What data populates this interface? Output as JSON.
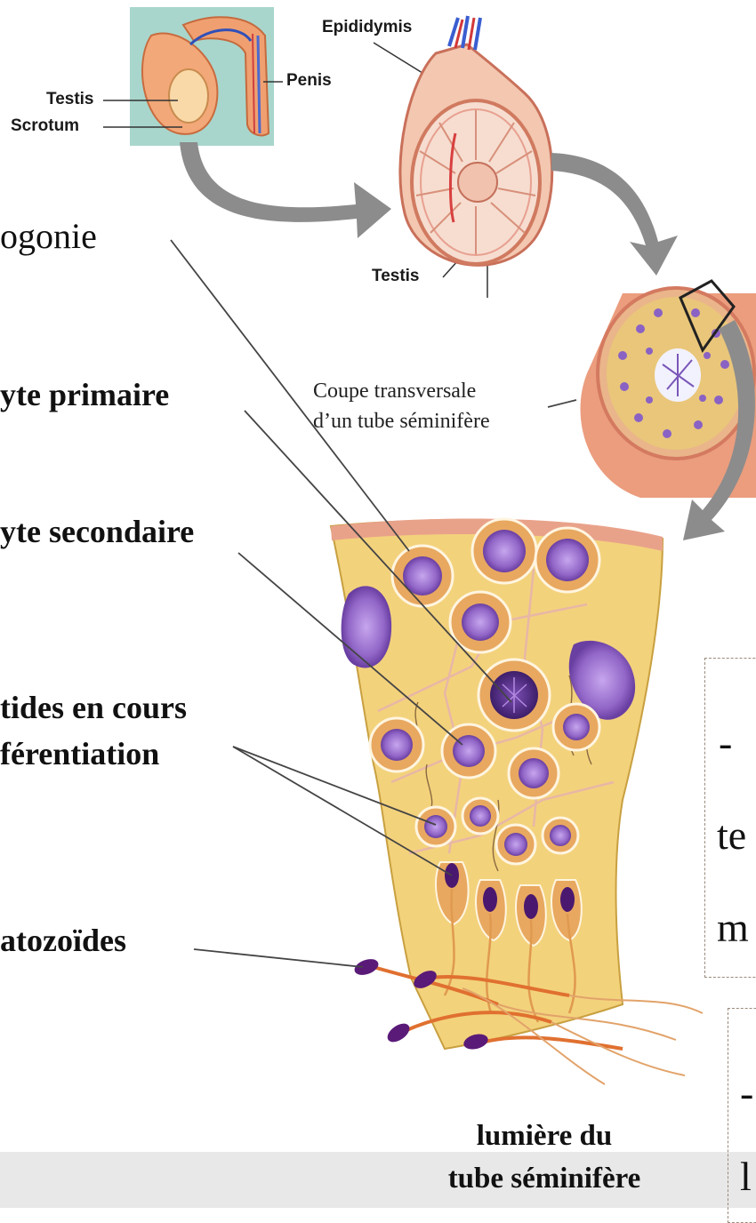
{
  "top_labels": {
    "testis": "Testis",
    "scrotum": "Scrotum",
    "penis": "Penis",
    "epididymis": "Epididymis",
    "testis2": "Testis"
  },
  "cross_section": {
    "line1": "Coupe transversale",
    "line2": "d’un tube séminifère"
  },
  "cell_labels": [
    {
      "lines": [
        "ogonie"
      ]
    },
    {
      "lines": [
        "yte primaire"
      ]
    },
    {
      "lines": [
        "yte secondaire"
      ]
    },
    {
      "lines": [
        "tides en cours",
        "férentiation"
      ]
    },
    {
      "lines": [
        "atozoïdes"
      ]
    }
  ],
  "lumen_label": {
    "line1": "lumière du",
    "line2": "tube séminifère"
  },
  "right_box1": {
    "lines": [
      "-",
      "te",
      "m"
    ]
  },
  "right_box2": {
    "lines": [
      "-",
      "l"
    ]
  },
  "colors": {
    "tissue": "#f1cd72",
    "nucleus": "#8a5cc0",
    "ring": "#e8a860",
    "membrane": "#e9a28a",
    "arrow": "#8c8c8c",
    "sperm_head": "#5a1a78",
    "tail": "#e07030"
  }
}
